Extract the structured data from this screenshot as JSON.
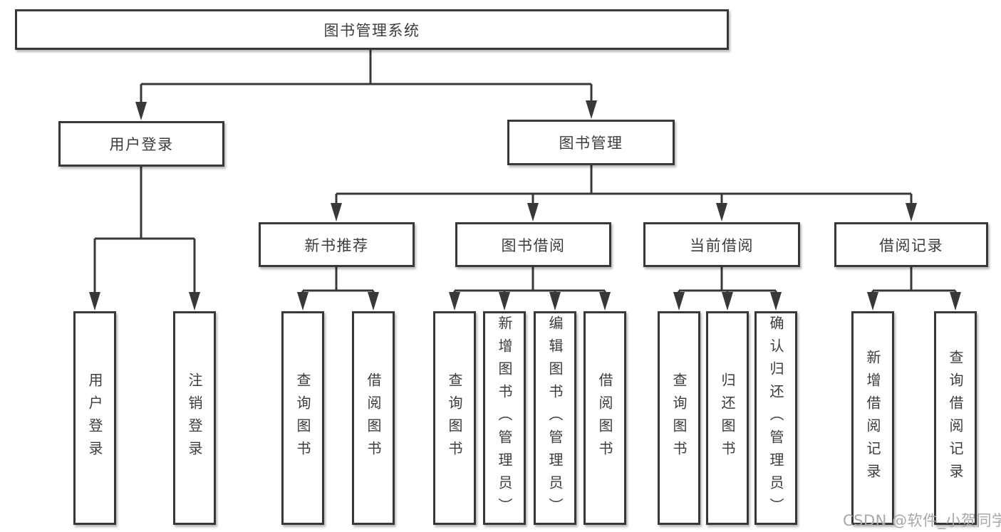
{
  "diagram": {
    "root": "图书管理系统",
    "level2": {
      "user_login": "用户登录",
      "book_mgmt": "图书管理"
    },
    "level3": {
      "new_books": "新书推荐",
      "book_borrow": "图书借阅",
      "current_borrow": "当前借阅",
      "borrow_records": "借阅记录"
    },
    "leaves": {
      "user_login": [
        "用户登录",
        "注销登录"
      ],
      "new_books": [
        "查询图书",
        "借阅图书"
      ],
      "book_borrow": [
        "查询图书",
        "新增图书（管理员）",
        "编辑图书（管理员）",
        "借阅图书"
      ],
      "current_borrow": [
        "查询图书",
        "归还图书",
        "确认归还（管理员）"
      ],
      "borrow_records": [
        "新增借阅记录",
        "查询借阅记录"
      ]
    }
  },
  "watermark": "CSDN @软件_小贺同学",
  "colors": {
    "line": "#383838",
    "text": "#3c3c3c",
    "box_background": "#ffffff",
    "watermark": "#a8a8a8",
    "page_background": "#ffffff"
  }
}
